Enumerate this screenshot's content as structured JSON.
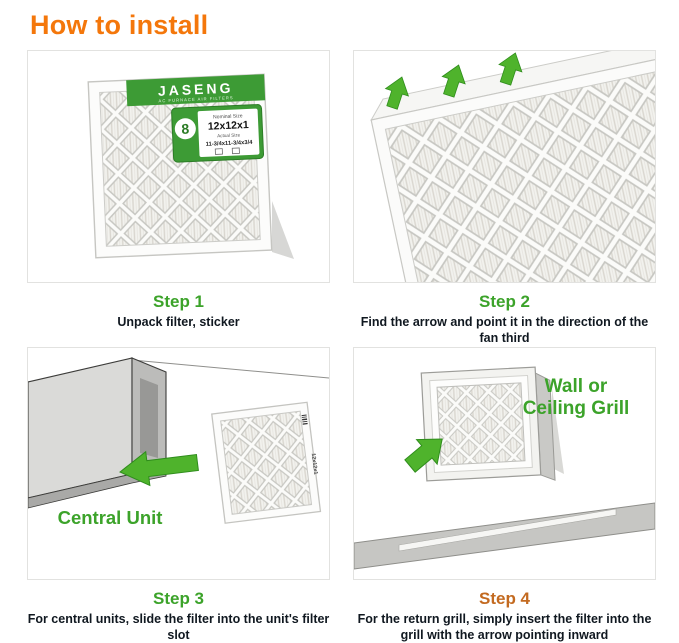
{
  "title": "How to install",
  "colors": {
    "title_orange": "#F4770B",
    "step_green": "#3CA32A",
    "step4_orange": "#C36A20",
    "caption_dark": "#101820",
    "arrow_green": "#4FB32C",
    "brand_green": "#3D9B35",
    "brand_green_dark": "#2C7C26"
  },
  "steps": [
    {
      "label": "Step 1",
      "caption": "Unpack filter, sticker"
    },
    {
      "label": "Step 2",
      "caption": "Find the arrow and point it in the direction of the fan third"
    },
    {
      "label": "Step 3",
      "caption": "For central units, slide the filter into the unit's filter slot"
    },
    {
      "label": "Step 4",
      "caption": "For the return grill, simply insert the filter into the grill with the arrow pointing inward"
    }
  ],
  "panel1": {
    "brand": "JASENG",
    "brand_subtitle": "AC FURNACE AIR FILTERS",
    "badge_count": "8",
    "sticker": {
      "nominal_label": "Nominal Size",
      "nominal_value": "12x12x1",
      "actual_label": "Actual Size",
      "actual_value": "11-3/4x11-3/4x3/4"
    }
  },
  "panel3": {
    "unit_label": "Central Unit",
    "filter_side_label": "12x12x1"
  },
  "panel4": {
    "grill_label_line1": "Wall or",
    "grill_label_line2": "Ceiling Grill"
  }
}
